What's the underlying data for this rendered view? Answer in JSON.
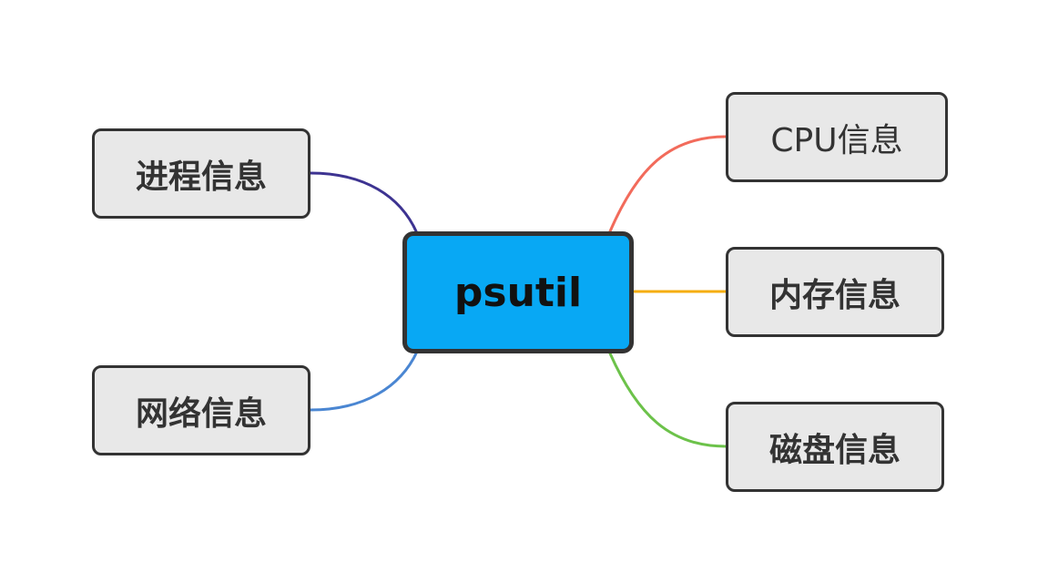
{
  "center": {
    "label": "psutil",
    "color": "#08a8f4"
  },
  "branches": [
    {
      "id": "process",
      "label": "进程信息",
      "color": "#3d3391"
    },
    {
      "id": "network",
      "label": "网络信息",
      "color": "#4a86d2"
    },
    {
      "id": "cpu",
      "label": "CPU信息",
      "color": "#f26b5b"
    },
    {
      "id": "memory",
      "label": "内存信息",
      "color": "#f5ad0c"
    },
    {
      "id": "disk",
      "label": "磁盘信息",
      "color": "#6cc24a"
    }
  ]
}
